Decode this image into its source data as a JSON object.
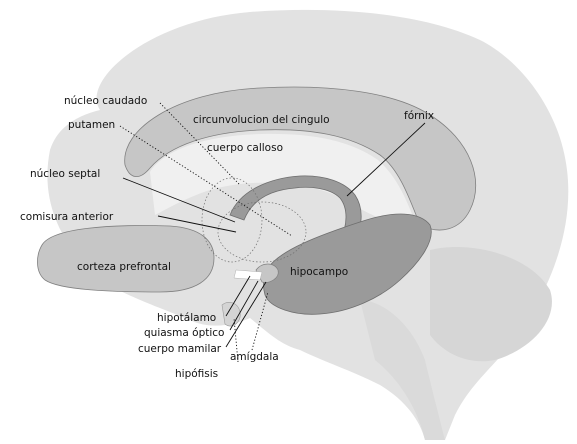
{
  "colors": {
    "background": "#ffffff",
    "brain": "#e2e2e2",
    "inner_light": "#f0f0f0",
    "medium": "#c6c6c6",
    "dark": "#9a9a9a",
    "outline": "#808080"
  },
  "labels": {
    "nucleo_caudado": "núcleo caudado",
    "putamen": "putamen",
    "circunvolucion_cingulo": "circunvolucion del cingulo",
    "fornix": "fórnix",
    "cuerpo_calloso": "cuerpo calloso",
    "nucleo_septal": "núcleo septal",
    "comisura_anterior": "comisura anterior",
    "corteza_prefrontal": "corteza prefrontal",
    "hipocampo": "hipocampo",
    "hipotalamo": "hipotálamo",
    "quiasma_optico": "quiasma óptico",
    "cuerpo_mamilar": "cuerpo mamilar",
    "amigdala": "amígdala",
    "hipofisis": "hipófisis"
  }
}
